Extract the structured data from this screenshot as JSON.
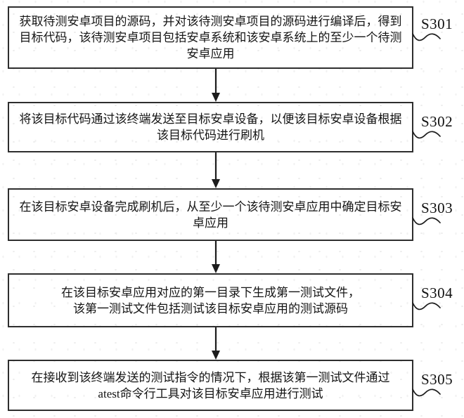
{
  "figure": {
    "steps": [
      {
        "id": "S301",
        "text": "获取待测安卓项目的源码，并对该待测安卓项目的源码进行编译后，得到\n目标代码，该待测安卓项目包括安卓系统和该安卓系统上的至少一个待测\n安卓应用"
      },
      {
        "id": "S302",
        "text": "将该目标代码通过该终端发送至目标安卓设备，以便该目标安卓设备根据\n该目标代码进行刷机"
      },
      {
        "id": "S303",
        "text": "在该目标安卓设备完成刷机后，从至少一个该待测安卓应用中确定目标安\n卓应用"
      },
      {
        "id": "S304",
        "text": "在该目标安卓应用对应的第一目录下生成第一测试文件，\n该第一测试文件包括测试该目标安卓应用的测试源码"
      },
      {
        "id": "S305",
        "text": "在接收到该终端发送的测试指令的情况下，根据该第一测试文件通过\natest命令行工具对该目标安卓应用进行测试"
      }
    ],
    "colors": {
      "line": "#2e2e2e",
      "text": "#151515",
      "background": "#ffffff"
    }
  }
}
